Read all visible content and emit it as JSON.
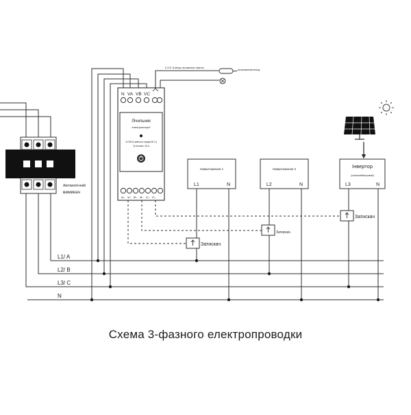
{
  "caption": "Схема 3-фазного електропроводки",
  "breaker": {
    "label_line1": "Автоматичний",
    "label_line2": "вимикач"
  },
  "meter": {
    "terminals_top": [
      "N",
      "VA",
      "VB",
      "VC"
    ],
    "title_line1": "Лічильник",
    "title_line2": "електроенергії",
    "spec_line1": "3×230 В змінного струму 50 Гц",
    "spec_line2": "Ту Контакт: 16 А",
    "terminals_bottom": [
      "IA↓",
      "IA↑",
      "IB↓",
      "IB↑",
      "IC↓",
      "IC↑"
    ]
  },
  "top_note_1": "Е.О.Б. В кінець на комплект пам'ять",
  "top_note_2": "встановлений кінець",
  "loads": [
    {
      "title": "Навантаження 1",
      "subtitle": "",
      "phase": "L1",
      "neutral": "N"
    },
    {
      "title": "Навантаження 2",
      "subtitle": "",
      "phase": "L2",
      "neutral": "N"
    },
    {
      "title": "Інвертор",
      "subtitle": "(сонячний/вітровий)",
      "phase": "L3",
      "neutral": "N"
    }
  ],
  "clamps": [
    "Затискач",
    "Затискач",
    "Затискач"
  ],
  "bus_labels": [
    "L1/ A",
    "L2/ B",
    "L3/ C",
    "N"
  ],
  "colors": {
    "line": "#2b2b2b",
    "panel": "#111111",
    "sun": "#444444"
  }
}
